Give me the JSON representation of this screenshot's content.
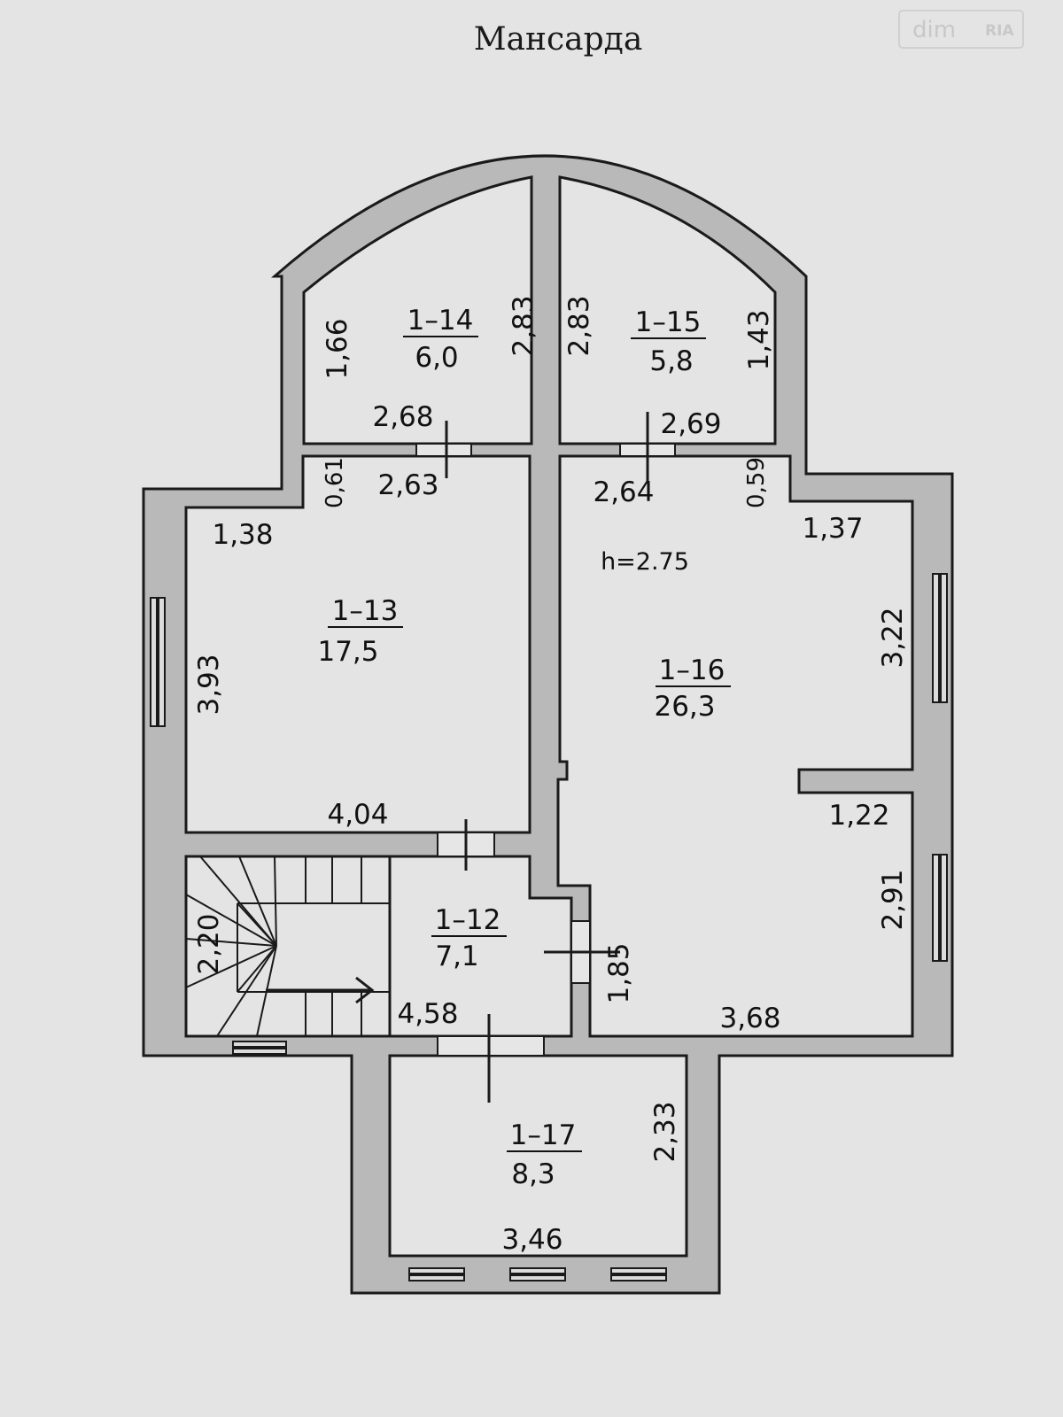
{
  "title": "Мансарда",
  "watermark": {
    "left": "dim",
    "right": "RIA"
  },
  "height_note": "h=2.75",
  "rooms": [
    {
      "id": "1–14",
      "area": "6,0"
    },
    {
      "id": "1–15",
      "area": "5,8"
    },
    {
      "id": "1–13",
      "area": "17,5"
    },
    {
      "id": "1–16",
      "area": "26,3"
    },
    {
      "id": "1–12",
      "area": "7,1"
    },
    {
      "id": "1–17",
      "area": "8,3"
    }
  ],
  "dimensions": {
    "r14_left": "1,66",
    "r14_right": "2,83",
    "r14_bottom": "2,68",
    "r15_left": "2,83",
    "r15_right": "1,43",
    "r15_bottom": "2,69",
    "r13_top": "2,63",
    "r13_top_left": "1,38",
    "r13_left": "3,93",
    "r13_bottom": "4,04",
    "r13_step": "0,61",
    "r16_top": "2,64",
    "r16_top_right": "1,37",
    "r16_right_upper": "3,22",
    "r16_right_mid": "1,22",
    "r16_right_lower": "2,91",
    "r16_bottom": "3,68",
    "r16_step": "0,59",
    "r12_stair": "2,20",
    "r12_bottom": "4,58",
    "r12_right": "1,85",
    "r17_right": "2,33",
    "r17_bottom": "3,46"
  },
  "colors": {
    "wall_fill": "#b9b9b9",
    "line": "#1a1a1a",
    "paper": "#e4e4e4",
    "room": "#e6e6e6"
  }
}
